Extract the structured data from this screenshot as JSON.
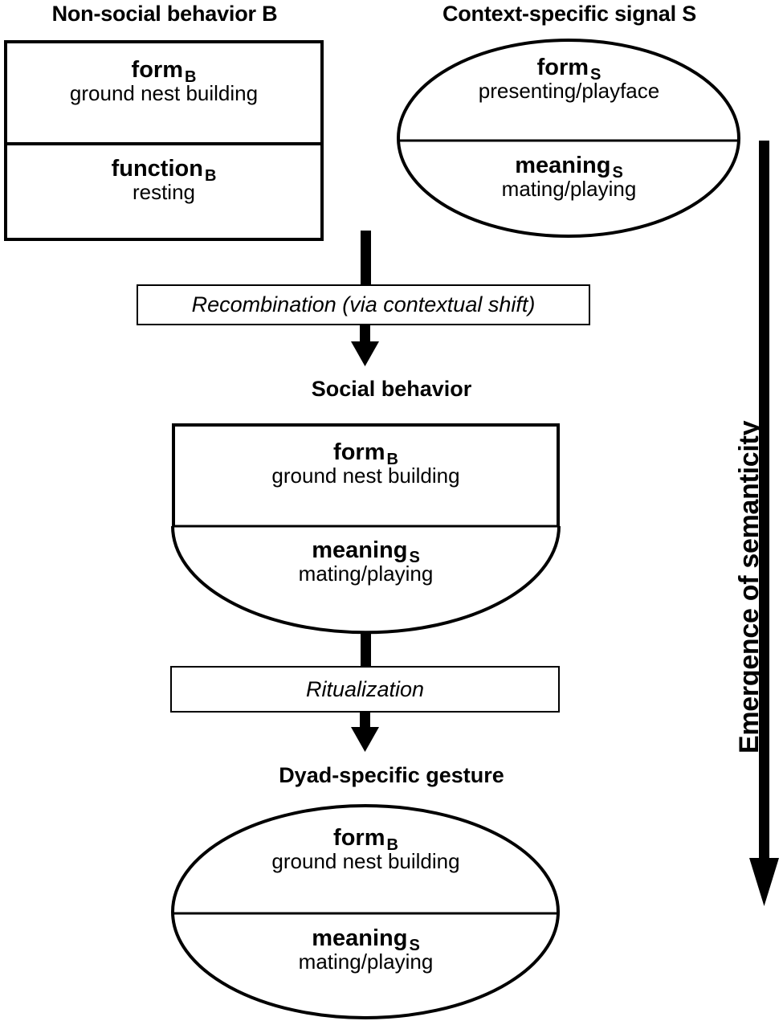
{
  "diagram": {
    "title_left": "Non-social behavior B",
    "title_right": "Context-specific signal S",
    "side_arrow_label": "Emergence of semanticity",
    "colors": {
      "stroke": "#000000",
      "background": "#ffffff"
    },
    "nodes": [
      {
        "id": "non-social-behavior",
        "shape": "rectangle",
        "header": "Non-social behavior B",
        "cells": [
          {
            "label": "form",
            "subscript": "B",
            "description": "ground nest building"
          },
          {
            "label": "function",
            "subscript": "B",
            "description": "resting"
          }
        ]
      },
      {
        "id": "context-specific-signal",
        "shape": "ellipse",
        "header": "Context-specific signal S",
        "cells": [
          {
            "label": "form",
            "subscript": "S",
            "description": "presenting/playface"
          },
          {
            "label": "meaning",
            "subscript": "S",
            "description": "mating/playing"
          }
        ]
      },
      {
        "id": "social-behavior",
        "shape": "rect-top-ellipse-bottom",
        "header": "Social behavior",
        "cells": [
          {
            "label": "form",
            "subscript": "B",
            "description": "ground nest building"
          },
          {
            "label": "meaning",
            "subscript": "S",
            "description": "mating/playing"
          }
        ]
      },
      {
        "id": "dyad-specific-gesture",
        "shape": "ellipse",
        "header": "Dyad-specific gesture",
        "cells": [
          {
            "label": "form",
            "subscript": "B",
            "description": "ground nest building"
          },
          {
            "label": "meaning",
            "subscript": "S",
            "description": "mating/playing"
          }
        ]
      }
    ],
    "processes": [
      {
        "id": "recombination",
        "label": "Recombination (via contextual shift)"
      },
      {
        "id": "ritualization",
        "label": "Ritualization"
      }
    ]
  }
}
